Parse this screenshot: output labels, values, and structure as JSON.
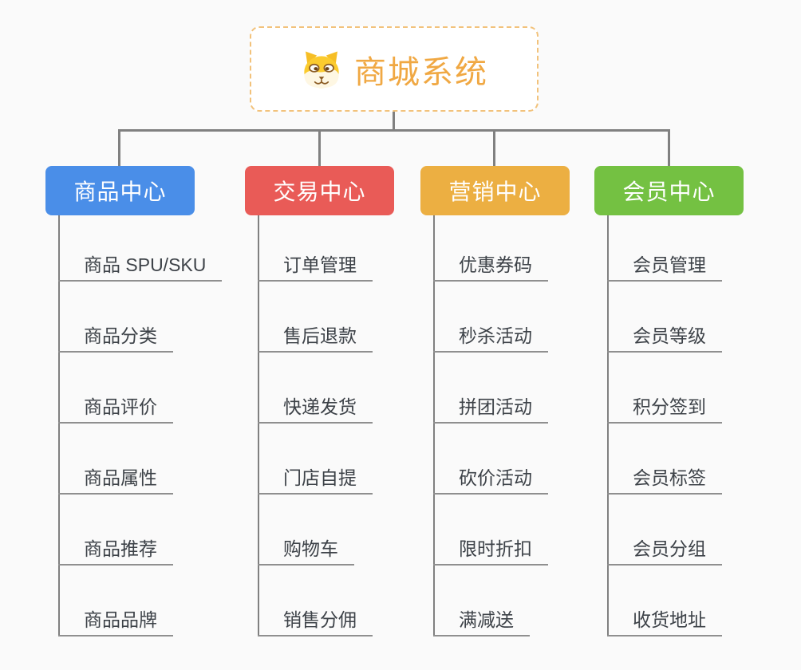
{
  "root": {
    "title": "商城系统",
    "icon": "dog-face-icon"
  },
  "branches": [
    {
      "label": "商品中心",
      "color": "#4A8EE8",
      "items": [
        "商品 SPU/SKU",
        "商品分类",
        "商品评价",
        "商品属性",
        "商品推荐",
        "商品品牌"
      ]
    },
    {
      "label": "交易中心",
      "color": "#E95B57",
      "items": [
        "订单管理",
        "售后退款",
        "快递发货",
        "门店自提",
        "购物车",
        "销售分佣"
      ]
    },
    {
      "label": "营销中心",
      "color": "#ECAF42",
      "items": [
        "优惠券码",
        "秒杀活动",
        "拼团活动",
        "砍价活动",
        "限时折扣",
        "满减送"
      ]
    },
    {
      "label": "会员中心",
      "color": "#74C142",
      "items": [
        "会员管理",
        "会员等级",
        "积分签到",
        "会员标签",
        "会员分组",
        "收货地址"
      ]
    }
  ],
  "colors": {
    "background": "#FAFAFA",
    "connector": "#808080",
    "underline": "#8F8F8F",
    "item_text": "#3D4248",
    "title_text": "#F0A843",
    "root_border": "#F2C27B"
  }
}
